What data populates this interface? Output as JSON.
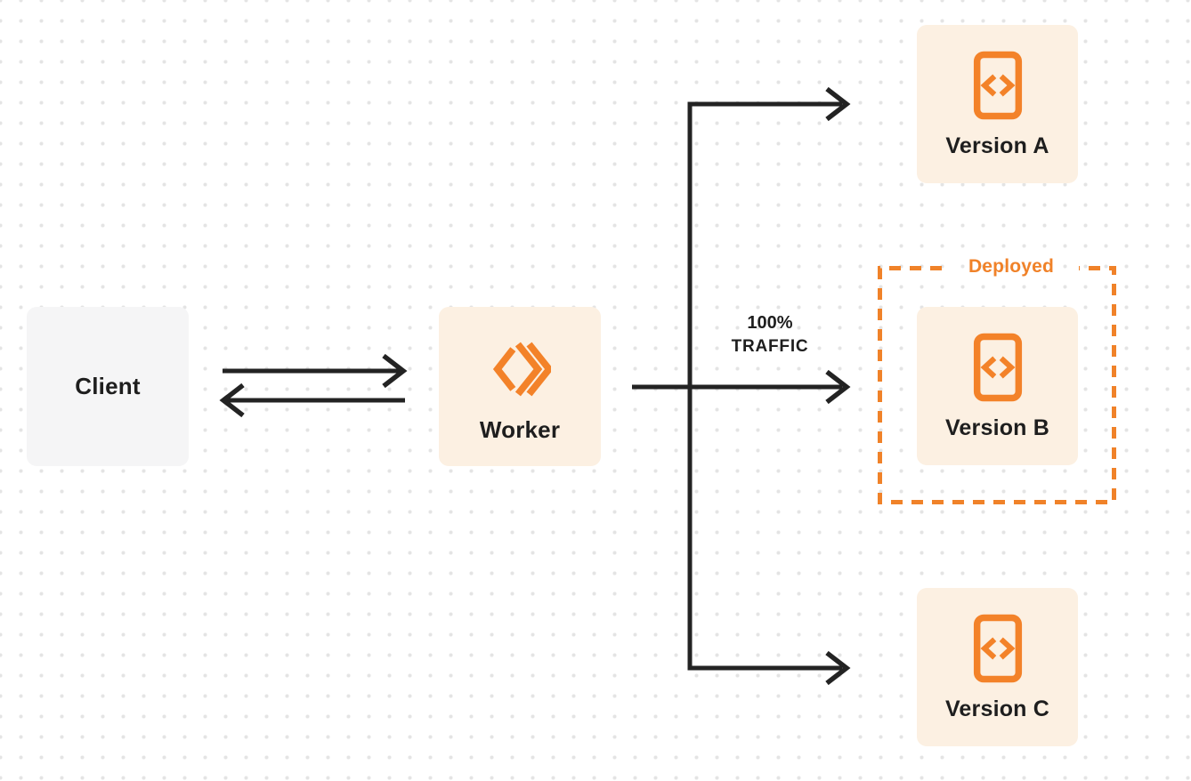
{
  "diagram_title": "worker-gradual-deployment-diagram",
  "nodes": {
    "client": {
      "label": "Client"
    },
    "worker": {
      "label": "Worker",
      "icon": "cloudflare-workers-logo-icon"
    },
    "versions": [
      {
        "label": "Version A",
        "icon": "code-file-icon",
        "deployed": false
      },
      {
        "label": "Version B",
        "icon": "code-file-icon",
        "deployed": true
      },
      {
        "label": "Version C",
        "icon": "code-file-icon",
        "deployed": false
      }
    ]
  },
  "annotations": {
    "deployed_label": "Deployed",
    "traffic": {
      "line1": "100%",
      "line2": "TRAFFIC"
    }
  },
  "edges": [
    {
      "name": "client-to-worker-request-arrow",
      "from": "client",
      "to": "worker",
      "direction": "right"
    },
    {
      "name": "worker-to-client-response-arrow",
      "from": "worker",
      "to": "client",
      "direction": "left"
    },
    {
      "name": "worker-to-version-a-arrow",
      "from": "worker",
      "to": "version-a"
    },
    {
      "name": "worker-to-version-b-arrow",
      "from": "worker",
      "to": "version-b",
      "label": "100% TRAFFIC"
    },
    {
      "name": "worker-to-version-c-arrow",
      "from": "worker",
      "to": "version-c"
    }
  ],
  "colors": {
    "orange": "#f38229",
    "dash_orange": "#f08229",
    "cream_box": "#fcf0e2",
    "gray_box": "#f5f5f6",
    "line_dark": "#232323",
    "text_dark": "#1e1e1e",
    "dot_grid": "#e4e4e4",
    "background": "#ffffff"
  }
}
